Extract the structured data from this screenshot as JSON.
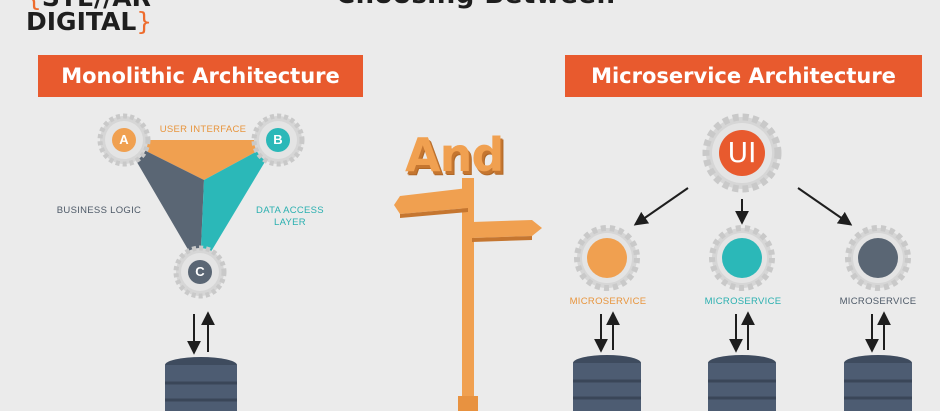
{
  "logo": {
    "top": "STE//AR",
    "bottom": "DIGITAL"
  },
  "page_title": "Choosing Between",
  "left_banner": "Monolithic Architecture",
  "right_banner": "Microservice Architecture",
  "monolith": {
    "ui_label": "USER INTERFACE",
    "business_label": "BUSINESS LOGIC",
    "dal_label_line1": "DATA ACCESS",
    "dal_label_line2": "LAYER",
    "node_a": "A",
    "node_b": "B",
    "node_c": "C"
  },
  "connector": "And",
  "microservice": {
    "ui_node": "UI",
    "service_label": "MICROSERVICE"
  },
  "colors": {
    "orange": "#ee6c2d",
    "banner": "#e85a2e",
    "amber": "#f0a050",
    "teal": "#2bb8b8",
    "slate": "#5a6674",
    "gear": "#d8d8d8",
    "db": "#4d5c72"
  }
}
